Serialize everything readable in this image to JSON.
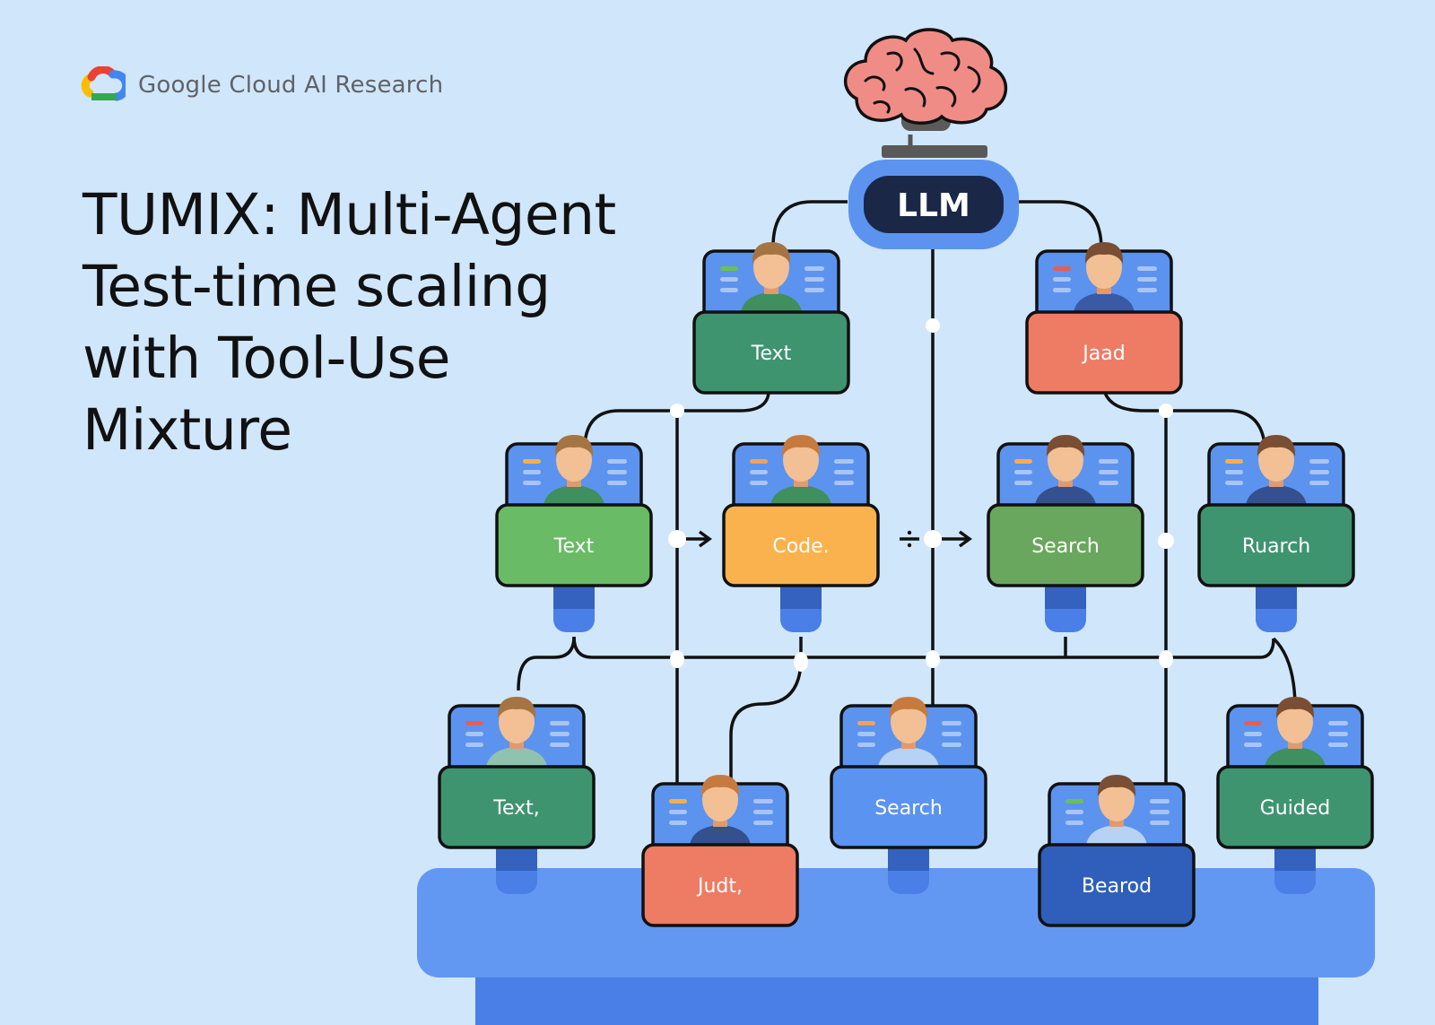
{
  "brand": {
    "name": "Google Cloud AI Research",
    "logo_icon": "google-cloud-logo-icon",
    "logo_colors": [
      "#ea4335",
      "#4285f4",
      "#34a853",
      "#fbbc04"
    ]
  },
  "title": {
    "lines": [
      "TUMIX: Multi-Agent",
      "Test-time scaling",
      "with Tool-Use",
      "Mixture"
    ]
  },
  "diagram": {
    "top": {
      "icon": "brain-icon",
      "label": "LLM"
    },
    "agents": [
      {
        "id": "l1a",
        "label": "Text",
        "color": "#3f9470",
        "stripe": "#6bbf59",
        "shirt": "#3f8f5f",
        "hair": "#a47443"
      },
      {
        "id": "l1b",
        "label": "Jaad",
        "color": "#ee7b63",
        "stripe": "#e0605a",
        "shirt": "#3a5aa6",
        "hair": "#7a4e33"
      },
      {
        "id": "l2a",
        "label": "Text",
        "color": "#6abb66",
        "stripe": "#f5b04a",
        "shirt": "#3f8f5f",
        "hair": "#a47443"
      },
      {
        "id": "l2b",
        "label": "Code.",
        "color": "#f9b24e",
        "stripe": "#f5a05a",
        "shirt": "#3f8f5f",
        "hair": "#c77a3e"
      },
      {
        "id": "l2c",
        "label": "Search",
        "color": "#6aa75e",
        "stripe": "#f5b04a",
        "shirt": "#34508f",
        "hair": "#7a4e33"
      },
      {
        "id": "l2d",
        "label": "Ruarch",
        "color": "#3f9470",
        "stripe": "#f5b04a",
        "shirt": "#34508f",
        "hair": "#7a4e33"
      },
      {
        "id": "l3a",
        "label": "Text,",
        "color": "#3f9470",
        "stripe": "#e0605a",
        "shirt": "#8fc3b0",
        "hair": "#a47443"
      },
      {
        "id": "l3b",
        "label": "Judt,",
        "color": "#ee7b63",
        "stripe": "#f5b04a",
        "shirt": "#34508f",
        "hair": "#c77a3e"
      },
      {
        "id": "l3c",
        "label": "Search",
        "color": "#5b93f0",
        "stripe": "#f5a05a",
        "shirt": "#b6d2f5",
        "hair": "#c77a3e"
      },
      {
        "id": "l3d",
        "label": "Bearod",
        "color": "#2f5fba",
        "stripe": "#6bbf59",
        "shirt": "#b6d2f5",
        "hair": "#7a4e33"
      },
      {
        "id": "l3e",
        "label": "Guided",
        "color": "#3f9470",
        "stripe": "#e0605a",
        "shirt": "#3f8f5f",
        "hair": "#7a4e33"
      }
    ],
    "arrows": [
      {
        "symbol": "→"
      },
      {
        "symbol": "÷"
      },
      {
        "symbol": "→"
      }
    ],
    "colors": {
      "background": "#d0e6fb",
      "platform": "#6297f2",
      "platform_base": "#4a7fe8",
      "llm_outer": "#5b93ef",
      "llm_inner": "#1b2747",
      "brain": "#f08c86",
      "line": "#111111"
    }
  }
}
